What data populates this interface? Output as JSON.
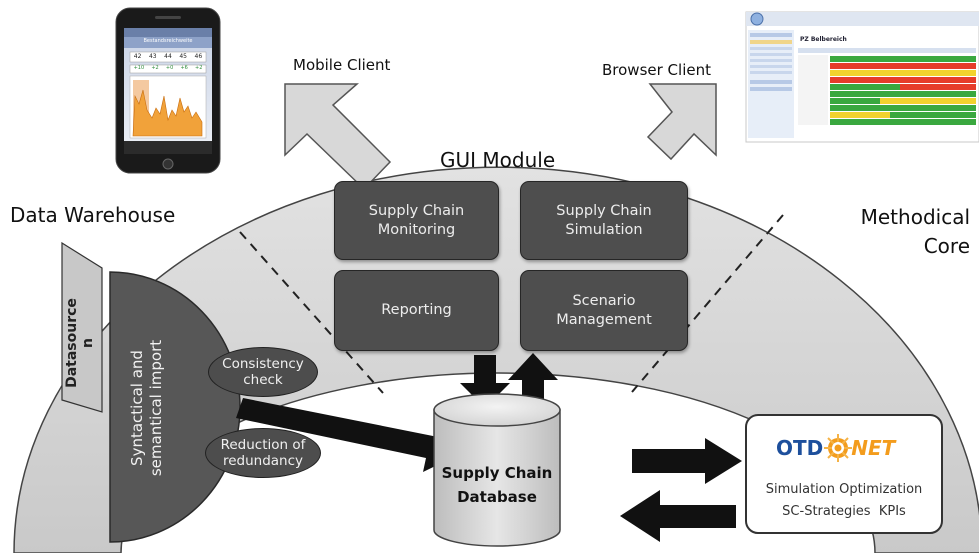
{
  "labels": {
    "mobile_client": "Mobile Client",
    "browser_client": "Browser Client",
    "gui_module": "GUI Module",
    "data_warehouse": "Data Warehouse",
    "methodical_core_line1": "Methodical",
    "methodical_core_line2": "Core"
  },
  "gui_modules": [
    {
      "label": "Supply Chain\nMonitoring"
    },
    {
      "label": "Supply Chain\nSimulation"
    },
    {
      "label": "Reporting"
    },
    {
      "label": "Scenario\nManagement"
    }
  ],
  "import": {
    "datasource": "Datasource\nn",
    "vertical_label": "Syntactical and\nsemantical import",
    "steps": [
      "Consistency\ncheck",
      "Reduction of\nredundancy"
    ]
  },
  "database": {
    "line1": "Supply Chain",
    "line2": "Database"
  },
  "otdnet": {
    "logo_left": "OTD",
    "logo_right": "NET",
    "line1": "Simulation Optimization",
    "line2": "SC-Strategies  KPIs"
  },
  "phone": {
    "title": "Bestandsreichweite",
    "numbers": [
      "42",
      "43",
      "44",
      "45",
      "46"
    ],
    "row2": [
      "+10",
      "+2",
      "+0",
      "+6",
      "+2"
    ]
  },
  "browser_screen": {
    "title": "PZ Belbereich"
  },
  "colors": {
    "ring_fill": "#d0d0d0",
    "module_fill": "#4e4e4e",
    "arrow": "#111111",
    "otd_blue": "#1d4f9c",
    "otd_orange": "#f39c1d",
    "heat_red": "#e63c2a",
    "heat_green": "#3aa83f",
    "heat_yellow": "#f2d22e"
  }
}
